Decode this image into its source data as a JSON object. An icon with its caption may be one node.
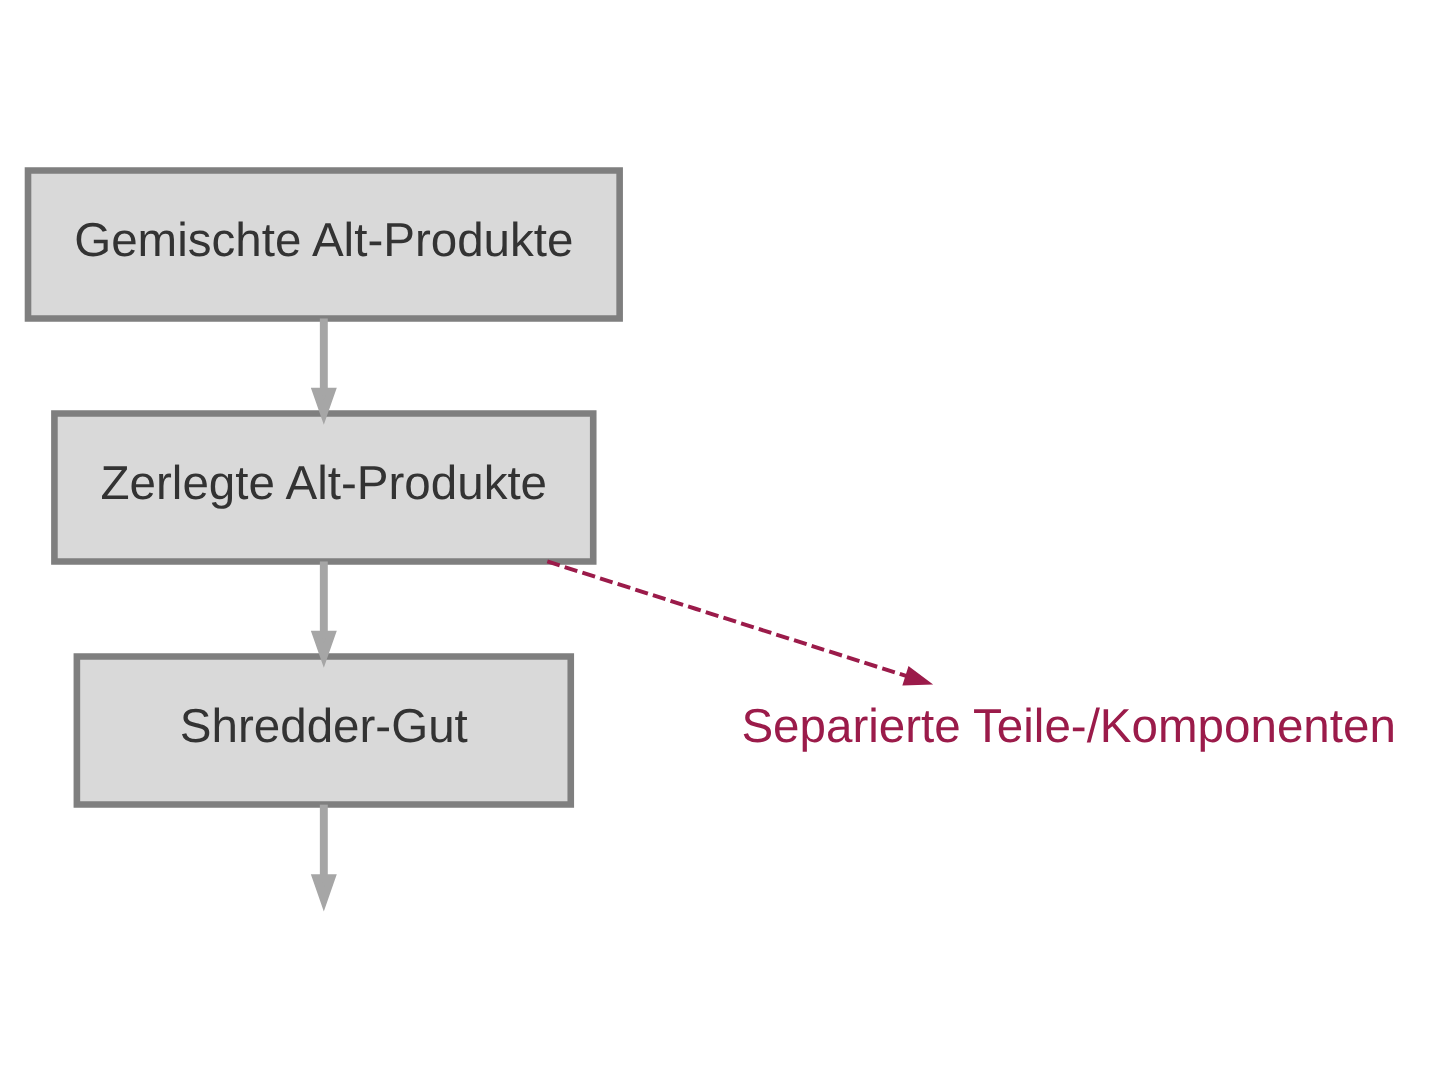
{
  "diagram": {
    "nodes": [
      {
        "text": [
          "Gemischte Alt-Produkte"
        ]
      },
      {
        "text": [
          "Zerlegte Alt-Produkte"
        ]
      },
      {
        "text": [
          "Shredder-Gut"
        ]
      },
      {
        "text": [
          "Separierte Teile-/Komponenten"
        ]
      }
    ],
    "edges": [
      {
        "from": 0,
        "to": 1,
        "arrow": "to"
      },
      {
        "from": 1,
        "to": 2,
        "arrow": "to"
      },
      {
        "from": 1,
        "to": 3,
        "arrow": "to",
        "style": "dashed",
        "color": "#9b1b4a"
      },
      {
        "from": 2,
        "to": null,
        "arrow": "to"
      }
    ]
  }
}
